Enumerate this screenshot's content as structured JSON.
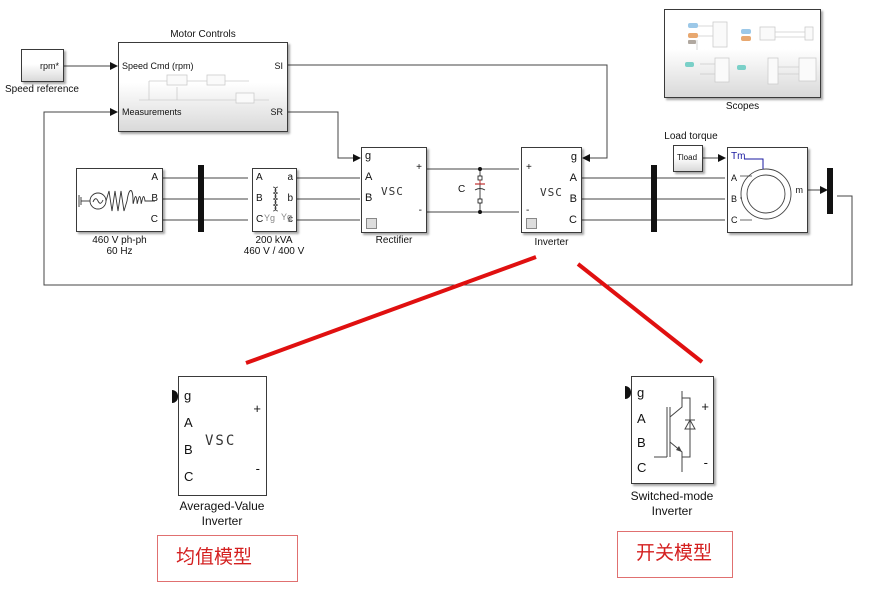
{
  "diagram": {
    "speed_reference": {
      "value": "rpm*",
      "label": "Speed reference"
    },
    "motor_controls": {
      "title": "Motor Controls",
      "inputs": [
        "Speed Cmd (rpm)",
        "Measurements"
      ],
      "outputs": [
        "SI",
        "SR"
      ]
    },
    "scopes": {
      "label": "Scopes"
    },
    "source": {
      "label_line1": "460 V ph-ph",
      "label_line2": "60 Hz",
      "ports": [
        "A",
        "B",
        "C"
      ]
    },
    "transformer": {
      "label_line1": "200 kVA",
      "label_line2": "460 V / 400 V",
      "primary_ports": [
        "A",
        "B",
        "C"
      ],
      "secondary_ports": [
        "a",
        "b",
        "c"
      ],
      "primary_winding": "Yg",
      "secondary_winding": "Yg"
    },
    "rectifier": {
      "label": "Rectifier",
      "symbol": "VSC",
      "gate": "g",
      "ports": [
        "A",
        "B"
      ],
      "dc_plus": "+",
      "dc_minus": "-"
    },
    "capacitor": {
      "label": "C"
    },
    "inverter": {
      "label": "Inverter",
      "symbol": "VSC",
      "gate": "g",
      "ports": [
        "A",
        "B",
        "C"
      ],
      "dc_plus": "+",
      "dc_minus": "-"
    },
    "load_torque": {
      "title": "Load torque",
      "value": "Tload"
    },
    "motor": {
      "torque_input": "Tm",
      "ports": [
        "A",
        "B",
        "C"
      ],
      "output": "m"
    }
  },
  "variants": {
    "averaged": {
      "label_line1": "Averaged-Value",
      "label_line2": "Inverter",
      "symbol": "VSC",
      "ports": [
        "g",
        "A",
        "B",
        "C"
      ],
      "dc_plus": "+",
      "dc_minus": "-",
      "annotation": "均值模型"
    },
    "switched": {
      "label_line1": "Switched-mode",
      "label_line2": "Inverter",
      "ports": [
        "g",
        "A",
        "B",
        "C"
      ],
      "dc_plus": "+",
      "dc_minus": "-",
      "annotation": "开关模型"
    }
  },
  "colors": {
    "annotation_red": "#d42020",
    "callout_line": "#e01010",
    "torque_signal": "#1a1aa0"
  }
}
